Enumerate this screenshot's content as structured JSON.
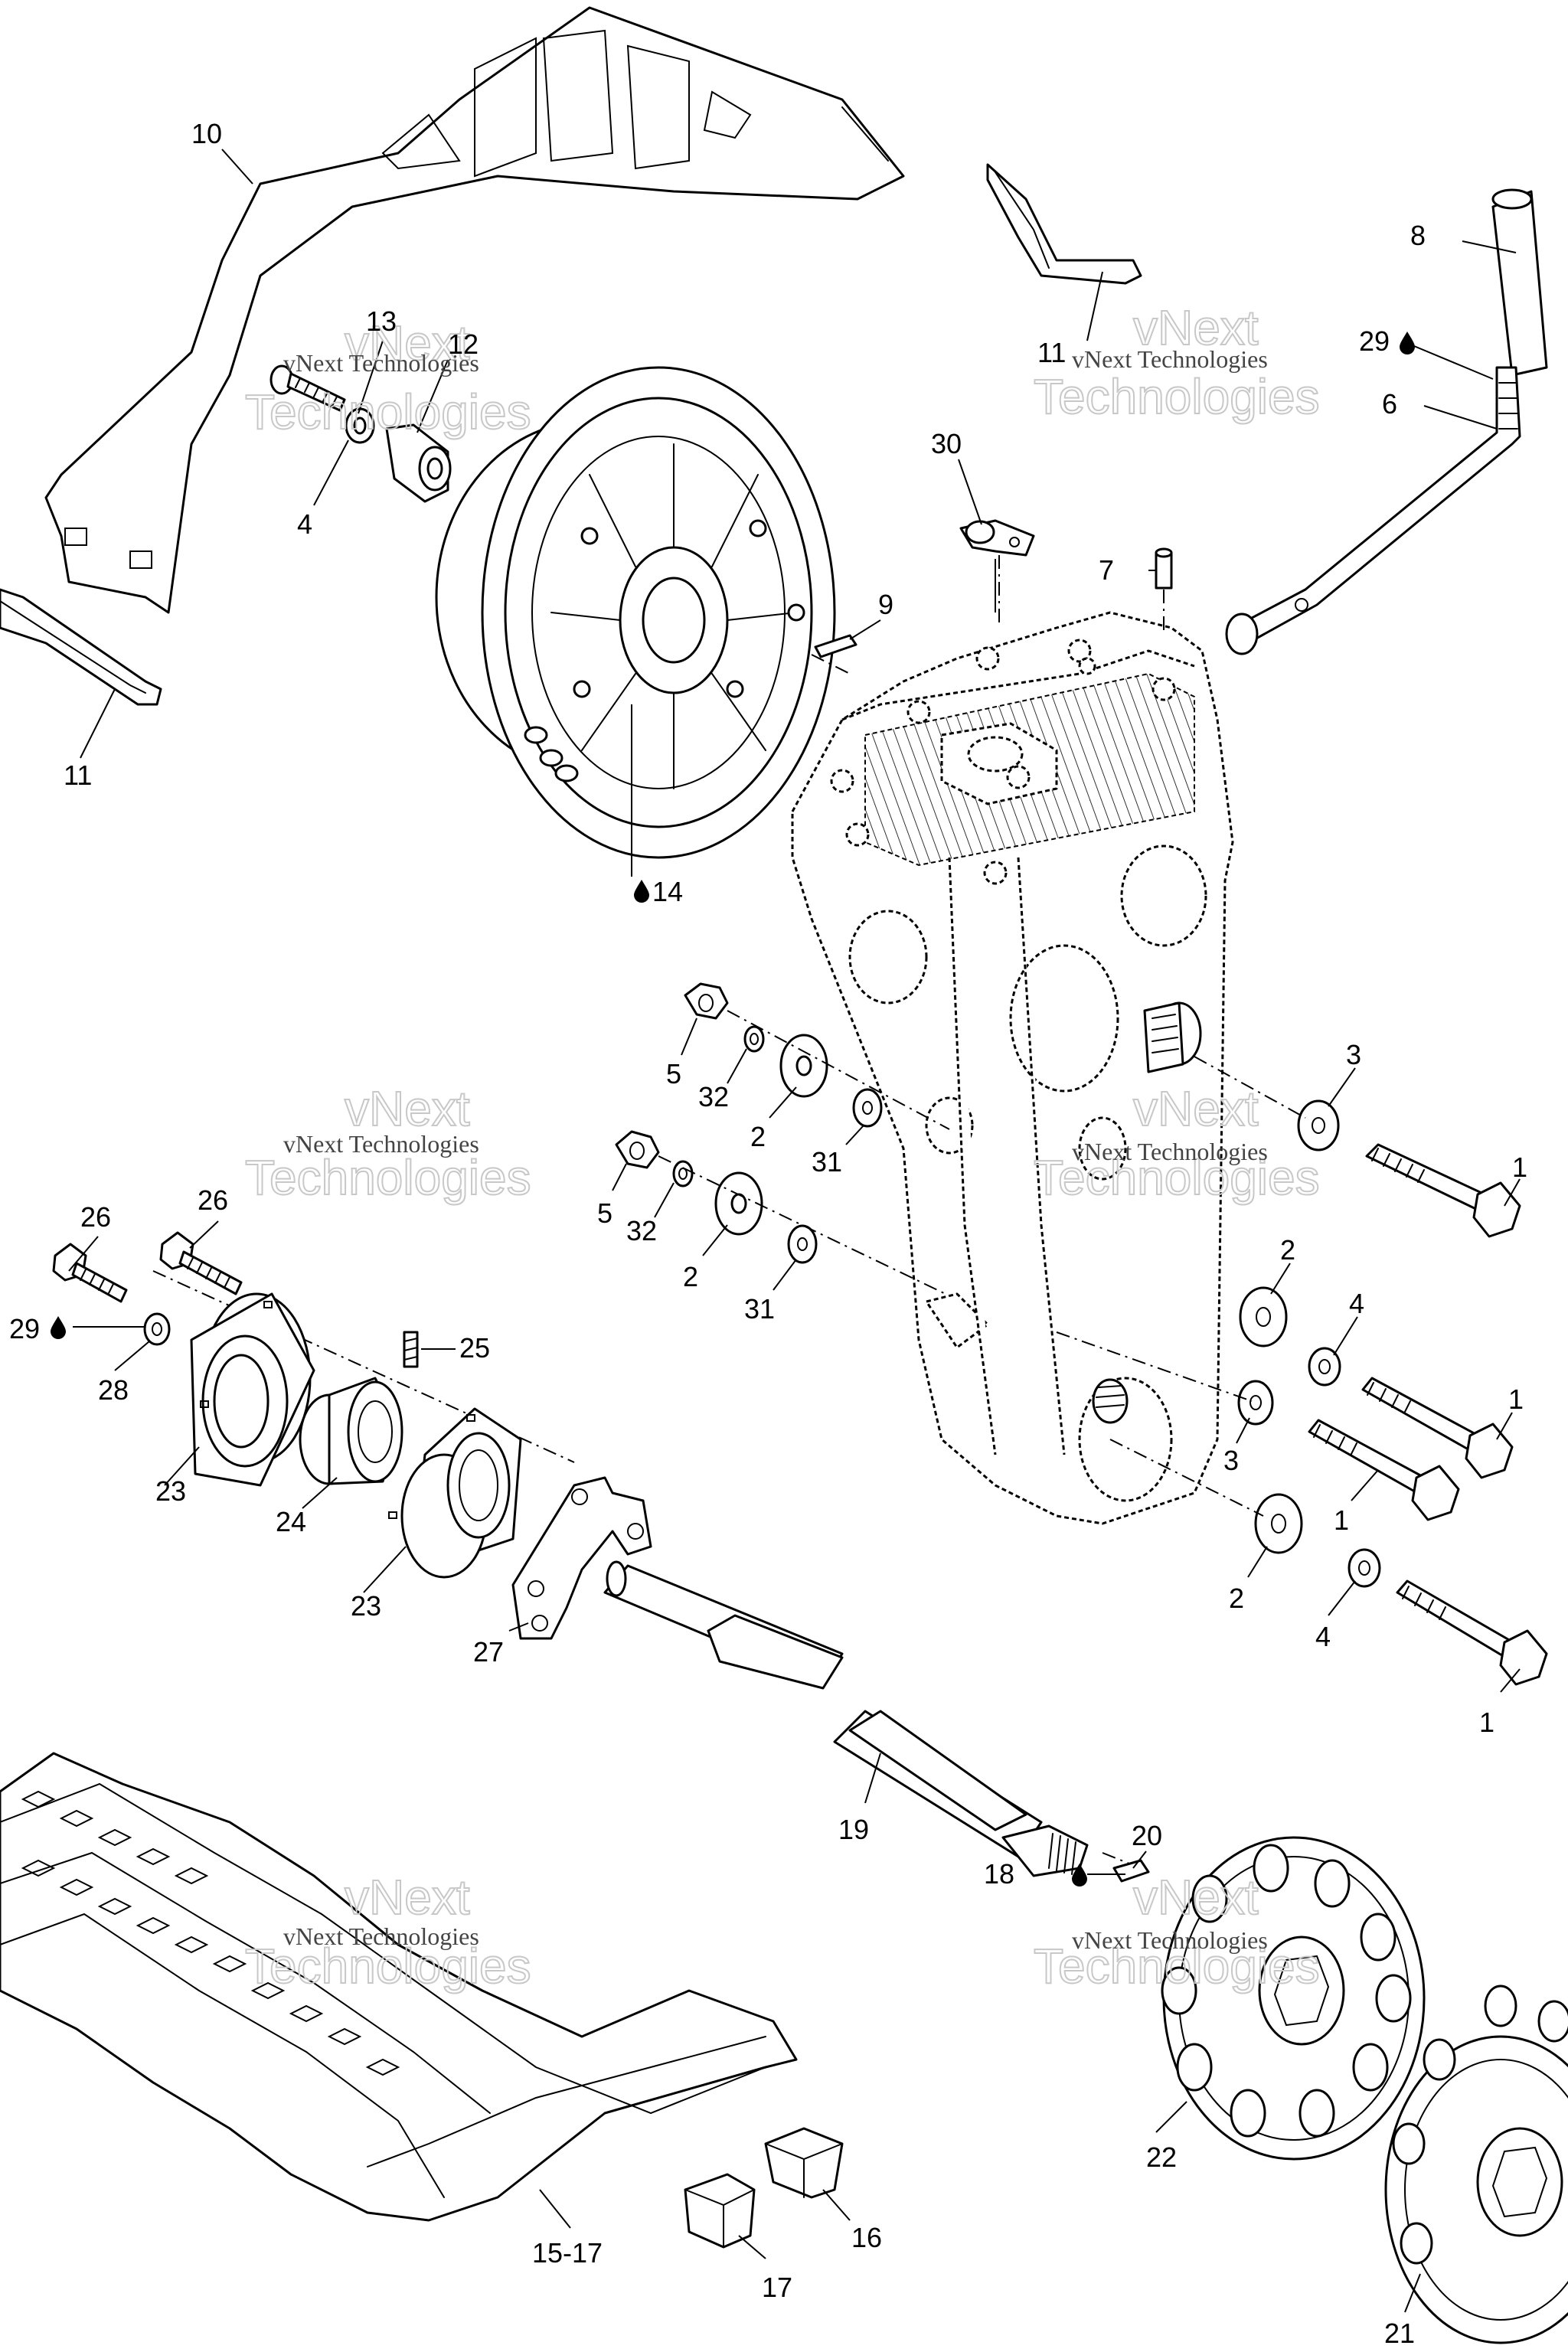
{
  "watermark": {
    "line1": "vNext",
    "line2": "Technologies",
    "full": "vNext Technologies"
  },
  "callouts": {
    "c1": "1",
    "c2": "2",
    "c3": "3",
    "c4": "4",
    "c5": "5",
    "c6": "6",
    "c7": "7",
    "c8": "8",
    "c9": "9",
    "c10": "10",
    "c11": "11",
    "c12": "12",
    "c13": "13",
    "c14": "14",
    "c15_17": "15-17",
    "c16": "16",
    "c17": "17",
    "c18": "18",
    "c19": "19",
    "c20": "20",
    "c21": "21",
    "c22": "22",
    "c23": "23",
    "c24": "24",
    "c25": "25",
    "c26": "26",
    "c27": "27",
    "c28": "28",
    "c29": "29",
    "c30": "30",
    "c31": "31",
    "c32": "32"
  },
  "icons": {
    "lubricant": "oil-drop-icon"
  }
}
